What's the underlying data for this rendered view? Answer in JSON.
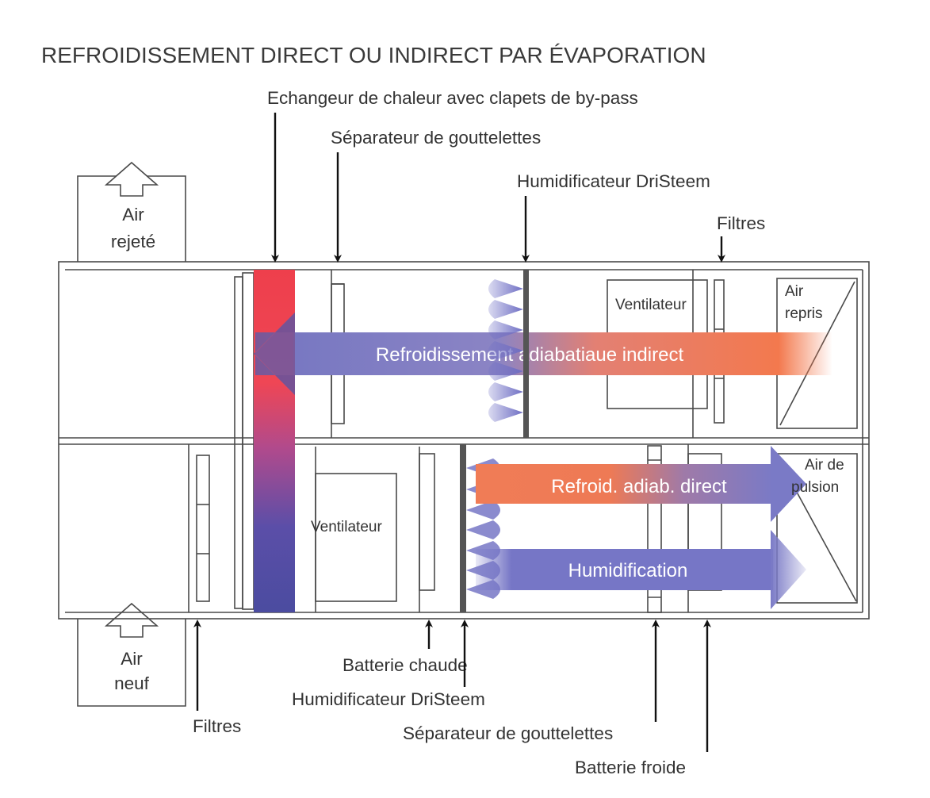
{
  "title": "REFROIDISSEMENT DIRECT OU INDIRECT PAR ÉVAPORATION",
  "top_labels": {
    "heat_exchanger": "Echangeur de chaleur avec clapets de by-pass",
    "droplet_separator": "Séparateur de gouttelettes",
    "humidifier": "Humidificateur DriSteem",
    "filters": "Filtres"
  },
  "bottom_labels": {
    "filters": "Filtres",
    "heating_coil": "Batterie chaude",
    "humidifier": "Humidificateur DriSteem",
    "droplet_separator": "Séparateur de gouttelettes",
    "cooling_coil": "Batterie froide"
  },
  "ports": {
    "exhaust_line1": "Air",
    "exhaust_line2": "rejeté",
    "fresh_line1": "Air",
    "fresh_line2": "neuf",
    "return_line1": "Air",
    "return_line2": "repris",
    "supply_line1": "Air de",
    "supply_line2": "pulsion"
  },
  "components": {
    "fan_upper": "Ventilateur",
    "fan_lower": "Ventilateur"
  },
  "flows": {
    "indirect": "Refroidissement adiabatiaue indirect",
    "direct": "Refroid. adiab. direct",
    "humidification": "Humidification"
  },
  "colors": {
    "blue": "#7575c4",
    "orange": "#f27a4e",
    "red": "#ee4050",
    "dark_blue": "#4f4fa3",
    "mist": "#8a8ad0"
  }
}
